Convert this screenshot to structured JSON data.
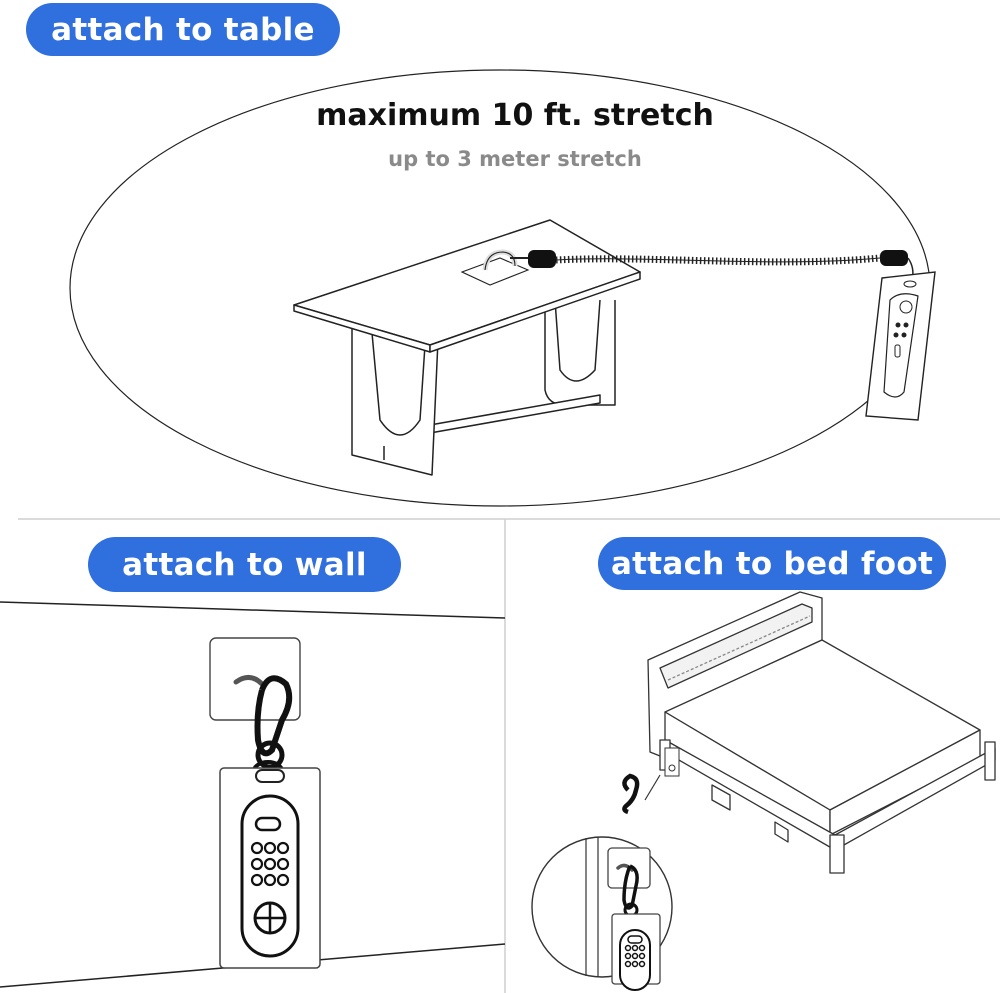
{
  "colors": {
    "accent": "#2f6fde",
    "line": "#222222",
    "subtext": "#8a8a8a"
  },
  "sections": {
    "table": {
      "label": "attach to table",
      "headline": "maximum 10 ft. stretch",
      "subheadline": "up to 3 meter stretch"
    },
    "wall": {
      "label": "attach to wall"
    },
    "bed": {
      "label": "attach to bed foot"
    }
  },
  "icons": {
    "table": "table-illustration",
    "cord": "coiled-cord",
    "remote": "remote-in-sleeve",
    "hook": "adhesive-hook",
    "carabiner": "carabiner-clip",
    "bed": "bed-illustration"
  }
}
